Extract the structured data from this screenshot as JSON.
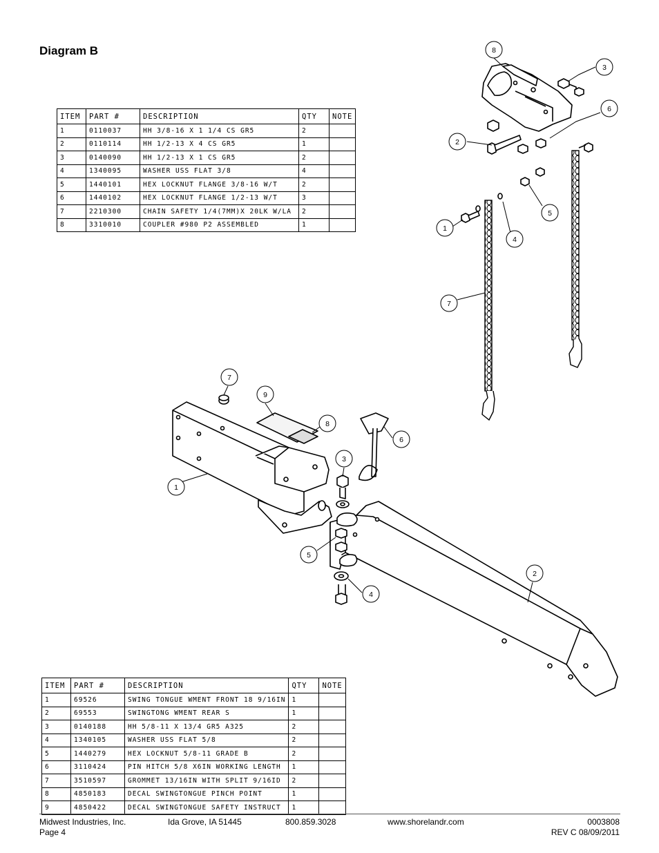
{
  "title": "Diagram B",
  "table1": {
    "headers": [
      "ITEM",
      "PART #",
      "DESCRIPTION",
      "QTY",
      "NOTE"
    ],
    "rows": [
      [
        "1",
        "0110037",
        "HH 3/8-16 X 1 1/4 CS GR5",
        "2",
        ""
      ],
      [
        "2",
        "0110114",
        "HH 1/2-13 X 4 CS GR5",
        "1",
        ""
      ],
      [
        "3",
        "0140090",
        "HH 1/2-13 X 1 CS GR5",
        "2",
        ""
      ],
      [
        "4",
        "1340095",
        "WASHER USS FLAT 3/8",
        "4",
        ""
      ],
      [
        "5",
        "1440101",
        "HEX LOCKNUT FLANGE 3/8-16 W/T",
        "2",
        ""
      ],
      [
        "6",
        "1440102",
        "HEX LOCKNUT FLANGE 1/2-13 W/T",
        "3",
        ""
      ],
      [
        "7",
        "2210300",
        "CHAIN SAFETY 1/4(7MM)X 20LK W/LA",
        "2",
        ""
      ],
      [
        "8",
        "3310010",
        "COUPLER #980 P2 ASSEMBLED",
        "1",
        ""
      ]
    ]
  },
  "table2": {
    "headers": [
      "ITEM",
      "PART #",
      "DESCRIPTION",
      "QTY",
      "NOTE"
    ],
    "rows": [
      [
        "1",
        "69526",
        "SWING TONGUE WMENT FRONT 18 9/16IN",
        "1",
        ""
      ],
      [
        "2",
        "69553",
        "SWINGTONG WMENT REAR S",
        "1",
        ""
      ],
      [
        "3",
        "0140188",
        "HH 5/8-11 X 13/4  GR5 A325",
        "2",
        ""
      ],
      [
        "4",
        "1340105",
        "WASHER USS FLAT 5/8",
        "2",
        ""
      ],
      [
        "5",
        "1440279",
        "HEX LOCKNUT 5/8-11 GRADE B",
        "2",
        ""
      ],
      [
        "6",
        "3110424",
        "PIN HITCH 5/8 X6IN WORKING LENGTH",
        "1",
        ""
      ],
      [
        "7",
        "3510597",
        "GROMMET 13/16IN  WITH SPLIT 9/16ID",
        "2",
        ""
      ],
      [
        "8",
        "4850183",
        "DECAL SWINGTONGUE PINCH POINT",
        "1",
        ""
      ],
      [
        "9",
        "4850422",
        "DECAL SWINGTONGUE SAFETY INSTRUCT",
        "1",
        ""
      ]
    ]
  },
  "callouts_upper": [
    "8",
    "3",
    "6",
    "2",
    "5",
    "1",
    "4",
    "7"
  ],
  "callouts_lower": [
    "7",
    "9",
    "8",
    "6",
    "3",
    "1",
    "5",
    "4",
    "2"
  ],
  "footer": {
    "company": "Midwest Industries, Inc.",
    "page": "Page 4",
    "city": "Ida Grove, IA 51445",
    "phone": "800.859.3028",
    "website": "www.shorelandr.com",
    "doc_number": "0003808",
    "revision": "REV C  08/09/2011"
  }
}
